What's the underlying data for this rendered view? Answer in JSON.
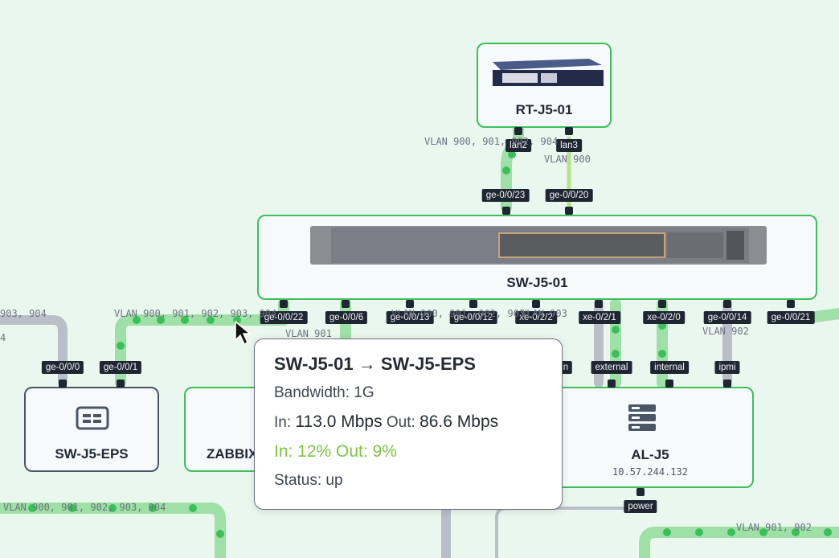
{
  "nodes": {
    "router": {
      "name": "RT-J5-01"
    },
    "core_switch": {
      "name": "SW-J5-01"
    },
    "eps_switch": {
      "name": "SW-J5-EPS"
    },
    "zabbix": {
      "name": "ZABBIX"
    },
    "al": {
      "name": "AL-J5",
      "ip": "10.57.244.132"
    }
  },
  "ports": {
    "router_lan2": "lan2",
    "router_lan3": "lan3",
    "sw_up_23": "ge-0/0/23",
    "sw_up_20": "ge-0/0/20",
    "sw_22": "ge-0/0/22",
    "sw_6": "ge-0/0/6",
    "sw_13": "ge-0/0/13",
    "sw_12": "ge-0/0/12",
    "sw_xe2": "xe-0/2/2",
    "sw_xe1": "xe-0/2/1",
    "sw_xe0": "xe-0/2/0",
    "sw_14": "ge-0/0/14",
    "sw_21": "ge-0/0/21",
    "eps_0": "ge-0/0/0",
    "eps_1": "ge-0/0/1",
    "al_n": "n",
    "al_external": "external",
    "al_internal": "internal",
    "al_ipmi": "ipmi",
    "al_power": "power"
  },
  "vlans": {
    "router_left": "VLAN 900, 901, 902, 904",
    "router_right": "VLAN 900",
    "left_edge": "903, 904",
    "left_edge_2": "4",
    "eps_path": "VLAN 900, 901, 902, 903, 904",
    "sw_22_below": "VLAN 901",
    "mid_hidden": "VLAN 900, 901, 902, 903",
    "mid_hidden_2": "VLAN 903",
    "ipmi": "VLAN 902",
    "bottom_left": "VLAN 900, 901, 902, 903, 904",
    "bottom_right": "VLAN 901, 902"
  },
  "tooltip": {
    "title": "SW-J5-01 → SW-J5-EPS",
    "bandwidth": "Bandwidth: 1G",
    "in_label": "In:",
    "in_value": "113.0 Mbps",
    "out_label": "Out:",
    "out_value": "86.6 Mbps",
    "utilization": "In: 12% Out: 9%",
    "status": "Status: up"
  },
  "colors": {
    "link_active": "#3cbf5a",
    "link_idle": "#9ca3af",
    "node_border": "#3cbf5a",
    "background": "#eaf7ee",
    "utilization_text": "#7cc442"
  },
  "icons": {
    "eps_icon": "switch-icon",
    "al_icon": "server-stack-icon",
    "cursor": "mouse-pointer-icon"
  }
}
